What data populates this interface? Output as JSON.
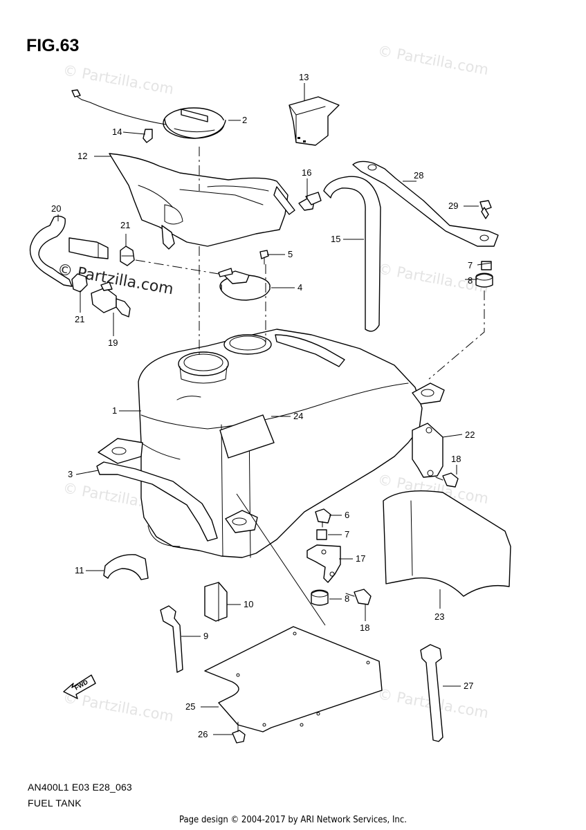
{
  "figure": {
    "title": "FIG.63",
    "model_code": "AN400L1 E03 E28_063",
    "name": "FUEL TANK"
  },
  "watermark": {
    "text": "© Partzilla.com",
    "prominent_text": "© Partzilla.com"
  },
  "credit": "Page design © 2004-2017 by ARI Network Services, Inc.",
  "fwd_label": "FWD",
  "callouts": [
    {
      "id": "c1",
      "label": "1"
    },
    {
      "id": "c2",
      "label": "2"
    },
    {
      "id": "c3",
      "label": "3"
    },
    {
      "id": "c4",
      "label": "4"
    },
    {
      "id": "c5",
      "label": "5"
    },
    {
      "id": "c6",
      "label": "6"
    },
    {
      "id": "c7a",
      "label": "7"
    },
    {
      "id": "c7b",
      "label": "7"
    },
    {
      "id": "c8a",
      "label": "8"
    },
    {
      "id": "c8b",
      "label": "8"
    },
    {
      "id": "c9",
      "label": "9"
    },
    {
      "id": "c10",
      "label": "10"
    },
    {
      "id": "c11",
      "label": "11"
    },
    {
      "id": "c12",
      "label": "12"
    },
    {
      "id": "c13",
      "label": "13"
    },
    {
      "id": "c14",
      "label": "14"
    },
    {
      "id": "c15",
      "label": "15"
    },
    {
      "id": "c16",
      "label": "16"
    },
    {
      "id": "c17",
      "label": "17"
    },
    {
      "id": "c18a",
      "label": "18"
    },
    {
      "id": "c18b",
      "label": "18"
    },
    {
      "id": "c19",
      "label": "19"
    },
    {
      "id": "c20",
      "label": "20"
    },
    {
      "id": "c21a",
      "label": "21"
    },
    {
      "id": "c21b",
      "label": "21"
    },
    {
      "id": "c22",
      "label": "22"
    },
    {
      "id": "c23",
      "label": "23"
    },
    {
      "id": "c24",
      "label": "24"
    },
    {
      "id": "c25",
      "label": "25"
    },
    {
      "id": "c26",
      "label": "26"
    },
    {
      "id": "c27",
      "label": "27"
    },
    {
      "id": "c28",
      "label": "28"
    },
    {
      "id": "c29",
      "label": "29"
    }
  ]
}
